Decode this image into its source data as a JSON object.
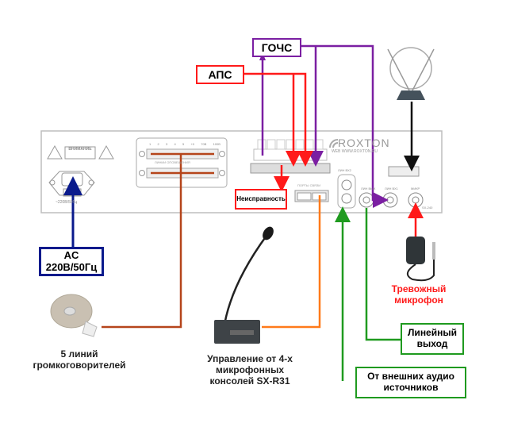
{
  "colors": {
    "gochs": "#7b1fa2",
    "aps": "#ff1a1a",
    "ac": "#0a1a8c",
    "speaker_line": "#b5451b",
    "console_line": "#ff7a1a",
    "audio_green": "#1f9a1f",
    "alarm_mic": "#ff1a1a",
    "antenna": "#111111",
    "panel_stroke": "#bdbdbd"
  },
  "boxes": {
    "gochs": "ГОЧС",
    "aps": "АПС",
    "fault": "Неисправность",
    "ac_line1": "AC",
    "ac_line2": "220В/50Гц",
    "line_out_1": "Линейный",
    "line_out_2": "выход",
    "ext_audio_1": "От внешних аудио",
    "ext_audio_2": "источников"
  },
  "labels": {
    "speakers_1": "5 линий",
    "speakers_2": "громкоговорителей",
    "console_1": "Управление от 4-х",
    "console_2": "микрофонных",
    "console_3": "консолей SX-R31",
    "alarm_mic_1": "Тревожный",
    "alarm_mic_2": "микрофон"
  },
  "panel": {
    "brand": "ROXTON",
    "website": "WEB WWW.ROXTON.RU",
    "warning": "ВНИМАНИЕ",
    "power_rating": "~220В/50Гц",
    "speaker_terminal_numbers": [
      "1",
      "2",
      "3",
      "4",
      "5",
      "+0",
      "70В",
      "100В"
    ],
    "speaker_terminal_caption": "ЛИНИИ ОПОВЕЩЕНИЯ",
    "ports_caption": "ПОРТЫ СВЯЗИ",
    "line_in2": "ЛИН ВХ2",
    "line_out": "ЛИН ВЫХ",
    "line_in1": "ЛИН ВХ1",
    "mic_in": "МИКР",
    "model": "SX-240"
  }
}
